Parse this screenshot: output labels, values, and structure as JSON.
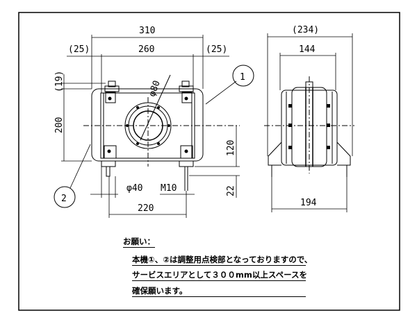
{
  "front_view": {
    "dim_overall_width": "310",
    "dim_inner_width": "260",
    "dim_left_offset": "(25)",
    "dim_right_offset": "(25)",
    "dim_top_offset": "(19)",
    "dim_height": "200",
    "dim_diameter": "φ80",
    "dim_center_height": "120",
    "dim_foot_height": "22",
    "dim_foot_diameter": "φ40",
    "dim_bolt": "M10",
    "dim_foot_pitch": "220",
    "balloon_1": "1",
    "balloon_2": "2"
  },
  "side_view": {
    "dim_overall_width": "(234)",
    "dim_body_width": "144",
    "dim_foot_pitch": "194"
  },
  "note": {
    "title": "お願い：",
    "lines": [
      "本機①、②は調整用点検部となっておりますので、",
      "サービスエリアとして３００mm以上スペースを",
      "確保願います。"
    ]
  }
}
